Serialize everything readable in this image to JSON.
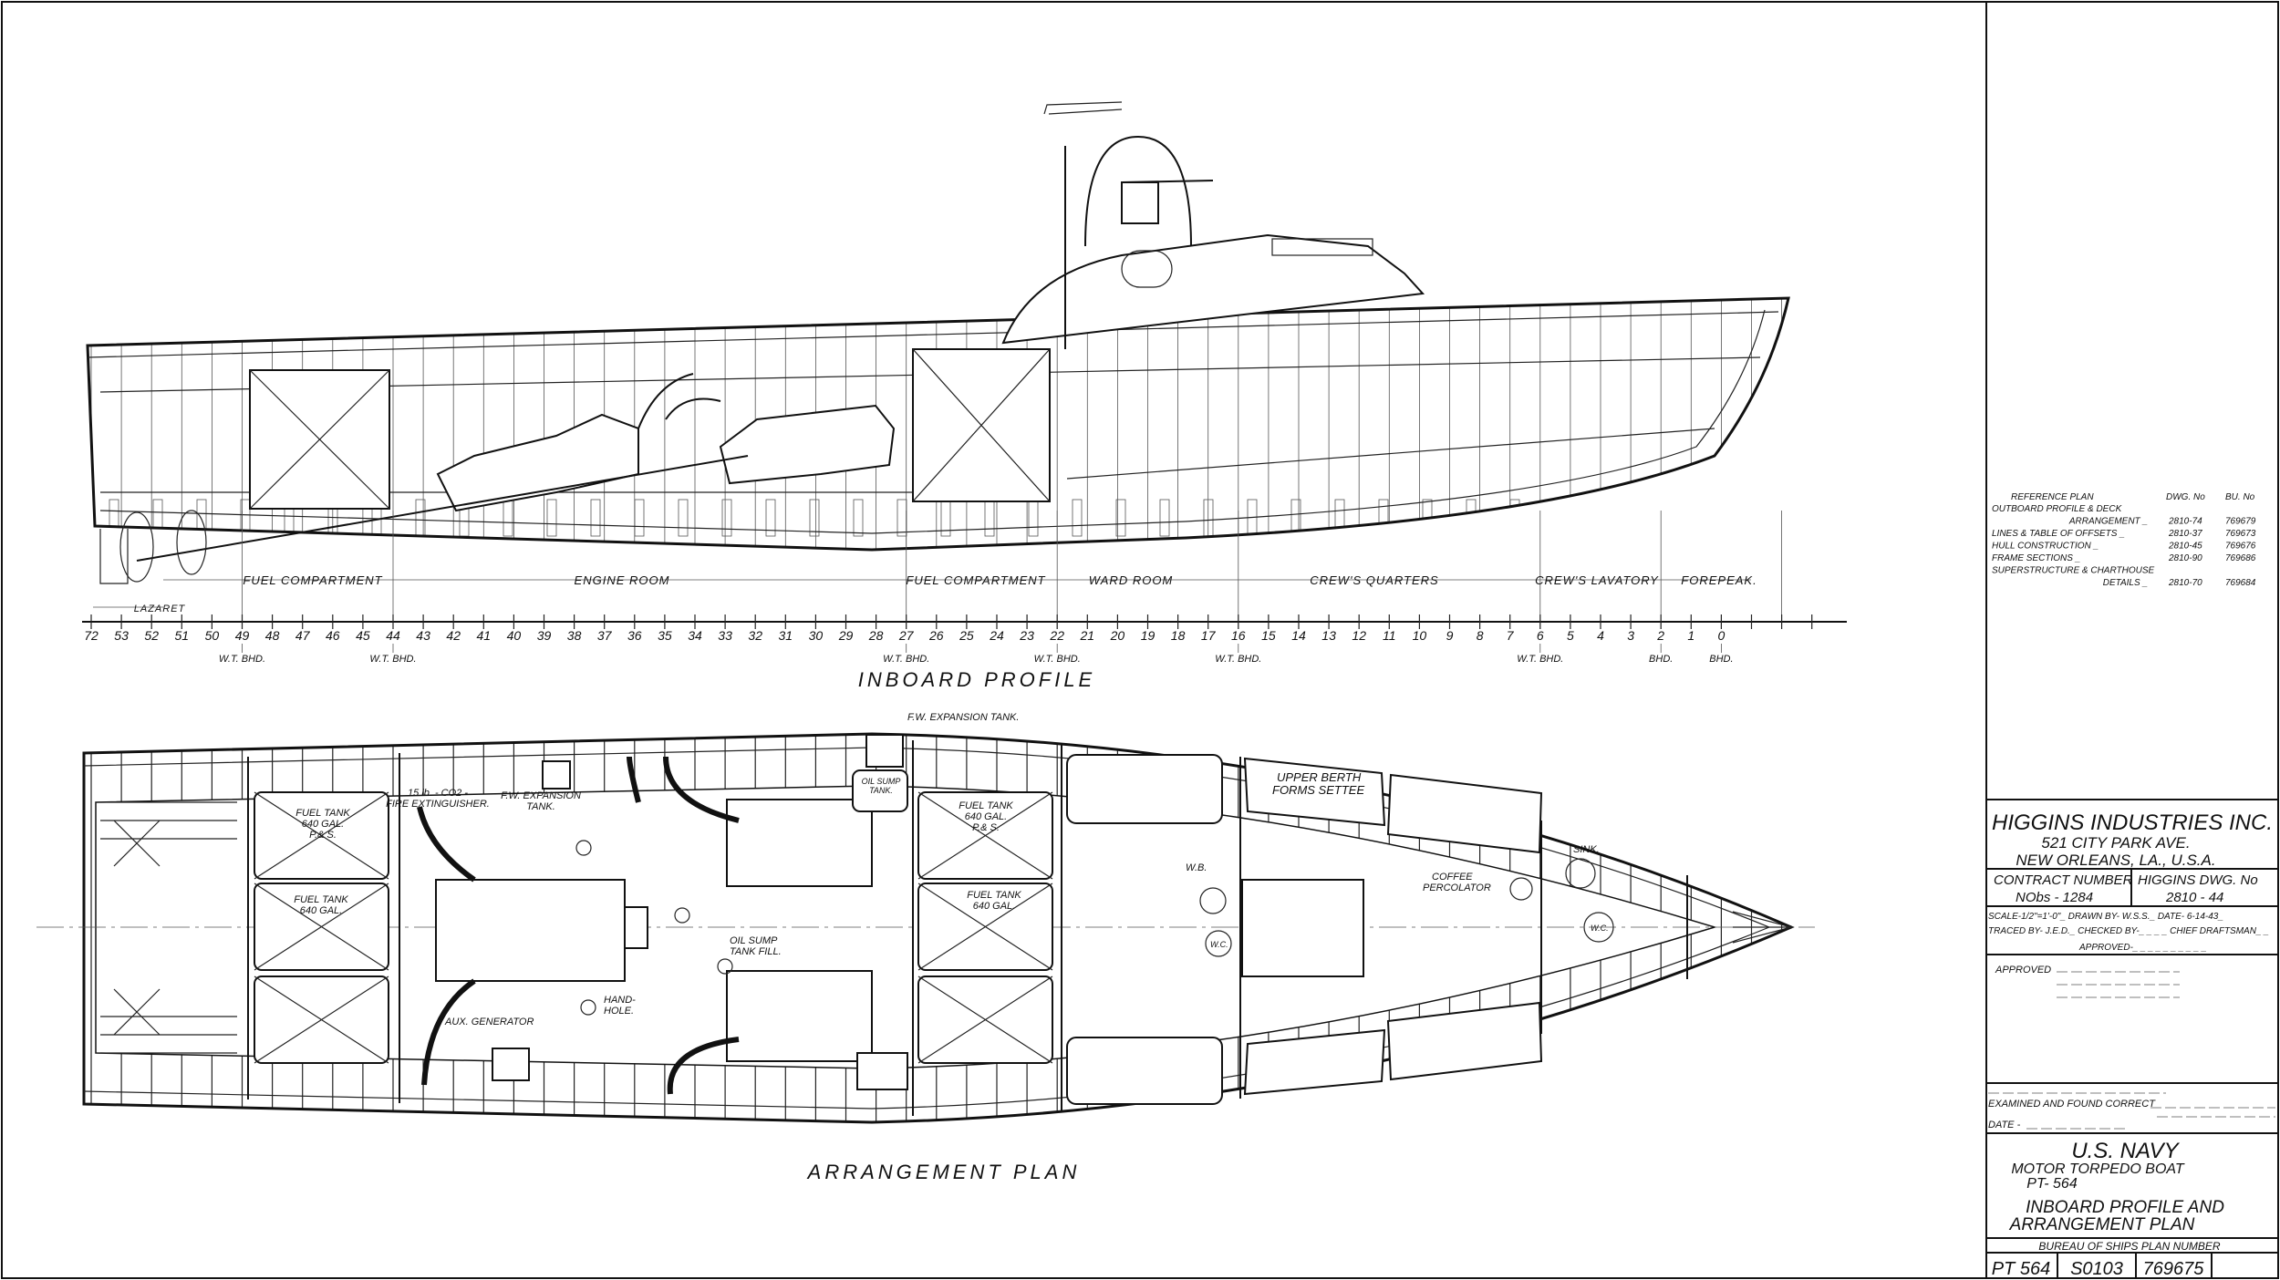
{
  "views": {
    "profile_title": "INBOARD PROFILE",
    "plan_title": "ARRANGEMENT PLAN"
  },
  "profile": {
    "compartments": [
      "LAZARET",
      "FUEL COMPARTMENT",
      "ENGINE ROOM",
      "FUEL COMPARTMENT",
      "WARD ROOM",
      "CREW'S QUARTERS",
      "CREW'S LAVATORY",
      "FOREPEAK."
    ],
    "frames": [
      "72",
      "53",
      "52",
      "51",
      "50",
      "49",
      "48",
      "47",
      "46",
      "45",
      "44",
      "43",
      "42",
      "41",
      "40",
      "39",
      "38",
      "37",
      "36",
      "35",
      "34",
      "33",
      "32",
      "31",
      "30",
      "29",
      "28",
      "27",
      "26",
      "25",
      "24",
      "23",
      "22",
      "21",
      "20",
      "19",
      "18",
      "17",
      "16",
      "15",
      "14",
      "13",
      "12",
      "11",
      "10",
      "9",
      "8",
      "7",
      "6",
      "5",
      "4",
      "3",
      "2",
      "1",
      "0"
    ],
    "bulkheads": [
      "W.T. BHD.",
      "W.T. BHD.",
      "W.T. BHD.",
      "W.T. BHD.",
      "W.T. BHD.",
      "W.T. BHD.",
      "BHD.",
      "BHD."
    ]
  },
  "plan": {
    "labels": {
      "fuel_tank_aft_1": [
        "FUEL TANK",
        "640 GAL.",
        "P.& S."
      ],
      "fuel_tank_aft_2": [
        "FUEL TANK",
        "640 GAL."
      ],
      "co2": [
        "15 lb. - CO2 -",
        "FIRE EXTINGUISHER."
      ],
      "fw_tank_aft": [
        "F.W. EXPANSION",
        "TANK."
      ],
      "fw_tank_top": "F.W. EXPANSION TANK.",
      "oil_sump": [
        "OIL SUMP",
        "TANK."
      ],
      "fuel_tank_fwd_1": [
        "FUEL TANK",
        "640 GAL.",
        "P.& S."
      ],
      "fuel_tank_fwd_2": [
        "FUEL TANK",
        "640 GAL."
      ],
      "oil_fill": [
        "OIL SUMP",
        "TANK FILL."
      ],
      "aux_gen": "AUX. GENERATOR",
      "hand_hole": [
        "HAND-",
        "HOLE."
      ],
      "berth": [
        "UPPER BERTH",
        "FORMS SETTEE"
      ],
      "wb": "W.B.",
      "wc1": "W.C.",
      "wc2": "W.C.",
      "coffee": [
        "COFFEE",
        "PERCOLATOR"
      ],
      "sink": "SINK."
    }
  },
  "reference": {
    "header": [
      "REFERENCE PLAN",
      "DWG. No",
      "BU. No"
    ],
    "rows": [
      {
        "plan": "OUTBOARD PROFILE & DECK",
        "dwg": "",
        "bu": ""
      },
      {
        "plan": "ARRANGEMENT _",
        "dwg": "2810-74",
        "bu": "769679"
      },
      {
        "plan": "LINES & TABLE OF OFFSETS  _",
        "dwg": "2810-37",
        "bu": "769673"
      },
      {
        "plan": "HULL CONSTRUCTION  _",
        "dwg": "2810-45",
        "bu": "769676"
      },
      {
        "plan": "FRAME SECTIONS  _",
        "dwg": "2810-90",
        "bu": "769686"
      },
      {
        "plan": "SUPERSTRUCTURE & CHARTHOUSE",
        "dwg": "",
        "bu": ""
      },
      {
        "plan": "DETAILS _",
        "dwg": "2810-70",
        "bu": "769684"
      }
    ]
  },
  "title_block": {
    "company": "HIGGINS INDUSTRIES INC.",
    "address1": "521 CITY PARK AVE.",
    "address2": "NEW ORLEANS, LA., U.S.A.",
    "contract_label": "CONTRACT NUMBER",
    "contract_value": "NObs - 1284",
    "dwg_label": "HIGGINS DWG. No",
    "dwg_value": "2810 - 44",
    "scale_line": "SCALE-1/2\"=1'-0\"_  DRAWN BY- W.S.S._  DATE- 6-14-43_",
    "traced_line": "TRACED BY- J.E.D._ CHECKED BY-_ _ _ _ CHIEF DRAFTSMAN_ _",
    "approved_inner": "APPROVED-_ _ _ _ _ _ _ _ _ _",
    "approved": "APPROVED",
    "examined": "EXAMINED AND FOUND CORRECT",
    "date": "DATE -",
    "navy": "U.S. NAVY",
    "boat_type": "MOTOR TORPEDO BOAT",
    "boat_no": "PT- 564",
    "drawing_title1": "INBOARD PROFILE  AND",
    "drawing_title2": "ARRANGEMENT PLAN",
    "bureau_label": "BUREAU OF SHIPS PLAN NUMBER",
    "plan_numbers": [
      "PT 564",
      "S0103",
      "769675",
      ""
    ]
  }
}
